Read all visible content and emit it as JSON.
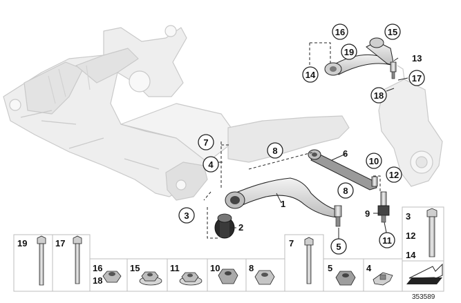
{
  "callouts": {
    "c16": "16",
    "c15": "15",
    "c19": "19",
    "c13": "13",
    "c14": "14",
    "c17": "17",
    "c18": "18",
    "c7": "7",
    "c8": "8",
    "c6": "6",
    "c10": "10",
    "c12": "12",
    "c8b": "8",
    "c4": "4",
    "c3": "3",
    "c1": "1",
    "c2": "2",
    "c5": "5",
    "c9": "9",
    "c11": "11"
  },
  "hardware_strip": {
    "box_19": "19",
    "box_17": "17",
    "box_16": "16",
    "box_18": "18",
    "box_15": "15",
    "box_11": "11",
    "box_10": "10",
    "box_8": "8",
    "box_7": "7",
    "box_5": "5",
    "box_4": "4",
    "box_3": "3",
    "box_12": "12",
    "box_14": "14"
  },
  "image_ref": "353589",
  "colors": {
    "subframe_fill": "#eeeeee",
    "subframe_stroke": "#c9c9c9",
    "part_fill": "#d8d8d8",
    "part_dark": "#8a8a8a",
    "outline": "#222222",
    "box_stroke": "#bdbdbd"
  }
}
